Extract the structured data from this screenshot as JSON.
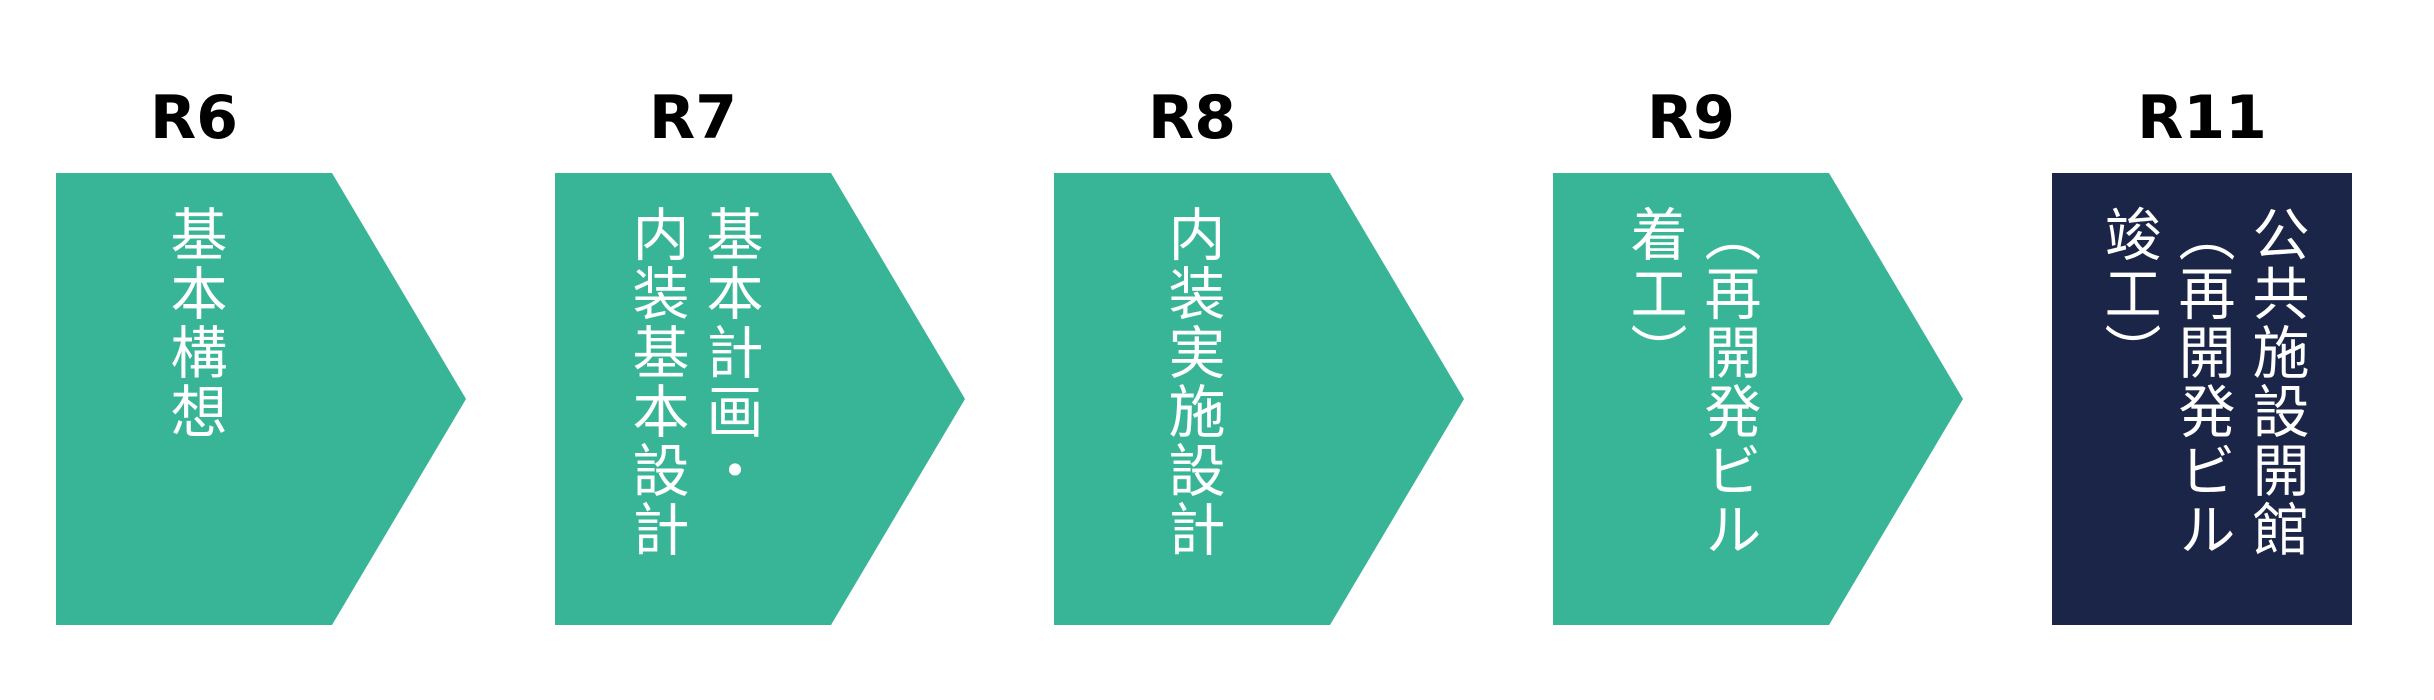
{
  "colors": {
    "step_fill": "#38b597",
    "final_fill": "#1b2548",
    "text": "#ffffff",
    "year_text": "#000000"
  },
  "steps": [
    {
      "year": "R6",
      "lines": [
        "基本構想"
      ]
    },
    {
      "year": "R7",
      "lines": [
        "基本計画・",
        "内装基本設計"
      ]
    },
    {
      "year": "R8",
      "lines": [
        "内装実施設計"
      ]
    },
    {
      "year": "R9",
      "lines": [
        "（再開発ビル",
        "着工）"
      ]
    },
    {
      "year": "R11",
      "lines": [
        "公共施設開館",
        "（再開発ビル",
        "竣工）"
      ]
    }
  ]
}
